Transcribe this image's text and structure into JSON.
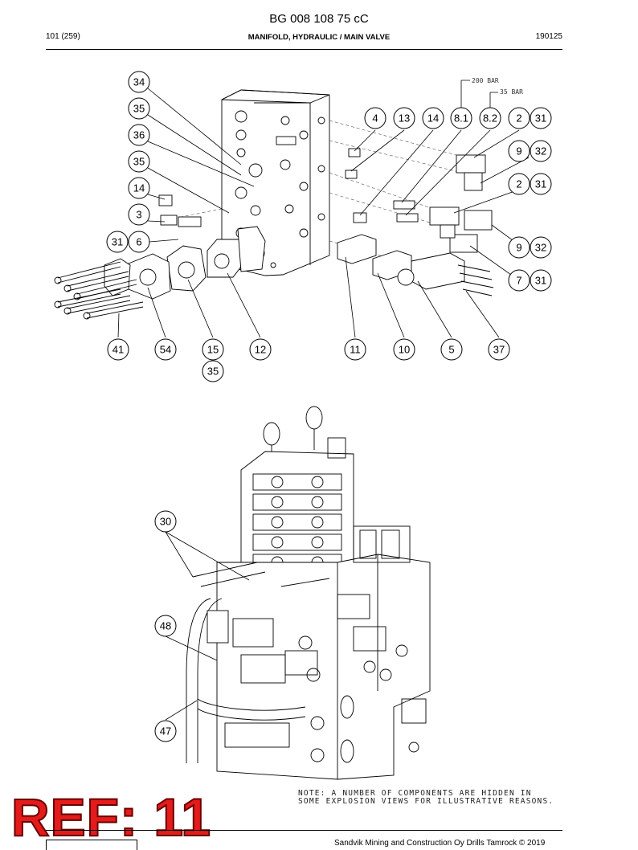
{
  "header": {
    "doc_number": "BG 008 108 75 cC",
    "page_ref": "101 (259)",
    "section_title": "MANIFOLD, HYDRAULIC / MAIN VALVE",
    "date_code": "190125"
  },
  "diagram": {
    "pressure_labels": [
      "200 BAR",
      "35 BAR"
    ],
    "callouts_top": [
      "34",
      "35",
      "36",
      "35",
      "14",
      "3",
      "31",
      "6",
      "4",
      "13",
      "14",
      "8.1",
      "8.2",
      "2",
      "31",
      "9",
      "32",
      "2",
      "31",
      "9",
      "32",
      "7",
      "31",
      "41",
      "54",
      "15",
      "35",
      "12",
      "11",
      "10",
      "5",
      "37"
    ],
    "callouts_bottom": [
      "30",
      "48",
      "47"
    ]
  },
  "note": {
    "line1": "NOTE: A NUMBER OF COMPONENTS ARE HIDDEN IN",
    "line2": "SOME EXPLOSION VIEWS FOR ILLUSTRATIVE REASONS."
  },
  "watermark": {
    "text": "REF: 11"
  },
  "footer": {
    "text": "Sandvik Mining and Construction Oy Drills Tamrock © 2019"
  }
}
